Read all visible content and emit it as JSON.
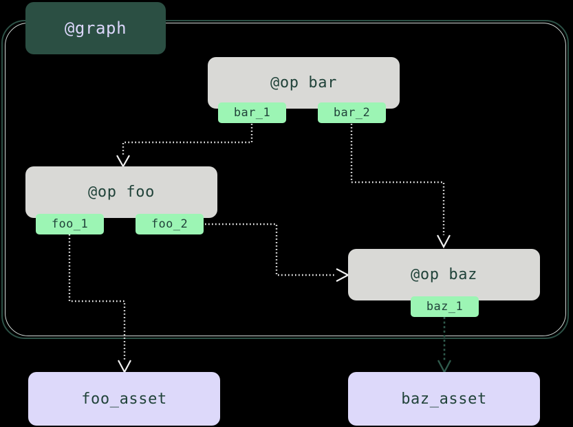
{
  "diagram": {
    "background_color": "#000000",
    "cluster": {
      "label": "@graph",
      "label_bg": "#2b4f43",
      "label_fg": "#dcd7fb",
      "border_color": "#2c5146",
      "inner_border_color": "#e8f1ee"
    },
    "ops": [
      {
        "id": "bar",
        "label": "@op bar",
        "bg": "#d9d9d6",
        "fg": "#21433a",
        "ports": [
          {
            "id": "bar_1",
            "label": "bar_1"
          },
          {
            "id": "bar_2",
            "label": "bar_2"
          }
        ]
      },
      {
        "id": "foo",
        "label": "@op foo",
        "bg": "#d9d9d6",
        "fg": "#21433a",
        "ports": [
          {
            "id": "foo_1",
            "label": "foo_1"
          },
          {
            "id": "foo_2",
            "label": "foo_2"
          }
        ]
      },
      {
        "id": "baz",
        "label": "@op baz",
        "bg": "#d9d9d6",
        "fg": "#21433a",
        "ports": [
          {
            "id": "baz_1",
            "label": "baz_1"
          }
        ]
      }
    ],
    "assets": [
      {
        "id": "foo_asset",
        "label": "foo_asset",
        "bg": "#ddd9fa",
        "fg": "#21433a"
      },
      {
        "id": "baz_asset",
        "label": "baz_asset",
        "bg": "#ddd9fa",
        "fg": "#21433a"
      }
    ],
    "edges": [
      {
        "from": "bar_1",
        "to": "foo",
        "style": "dotted",
        "color": "#f2f2f2"
      },
      {
        "from": "bar_2",
        "to": "baz",
        "style": "dotted",
        "color": "#f2f2f2"
      },
      {
        "from": "foo_2",
        "to": "baz",
        "style": "dotted",
        "color": "#f2f2f2"
      },
      {
        "from": "foo_1",
        "to": "foo_asset",
        "style": "dotted",
        "color": "#f2f2f2"
      },
      {
        "from": "baz_1",
        "to": "baz_asset",
        "style": "dotted",
        "color": "#2f5a4c"
      }
    ]
  }
}
